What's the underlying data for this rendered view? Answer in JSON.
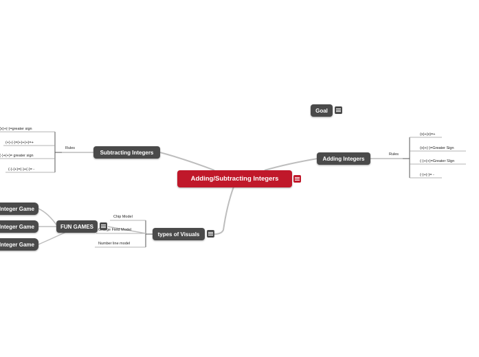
{
  "central": {
    "title": "Adding/Subtracting Integers"
  },
  "goal": {
    "title": "Goal"
  },
  "adding": {
    "title": "Adding Integers",
    "rules_label": "Rules",
    "rules": [
      "(x)+(x)=+",
      "(x)+(-)=Greater Sign",
      "(-)+(+)=Greater SIgn",
      "(-)+(-)= -"
    ]
  },
  "subtracting": {
    "title": "Subtracting Integers",
    "rules_label": "Rules",
    "rules": [
      "=(x)+(-)=greater sign",
      "(+)-(-)=(+)+(+)=+",
      "=(-)+(+)= greater sign",
      "(-)-(+)=(-)+(-)= -"
    ]
  },
  "visuals": {
    "title": "types of Visuals",
    "items": [
      "Chip Model",
      "Charge Field Model",
      "Number line model"
    ]
  },
  "fun_games": {
    "title": "FUN GAMES",
    "items": [
      "Integer Game",
      "Integer Game",
      "Integer Game"
    ]
  },
  "colors": {
    "central": "#c0182a",
    "node": "#4a4a4a",
    "line": "#bdbdbd"
  },
  "icons": [
    "note-icon"
  ]
}
